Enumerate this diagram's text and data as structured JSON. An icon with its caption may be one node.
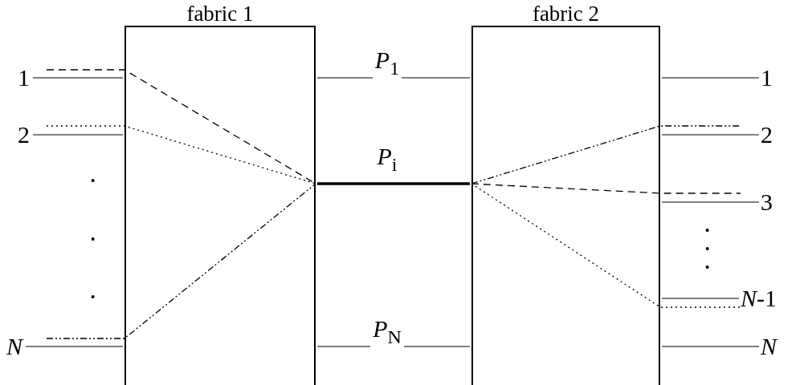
{
  "diagram": {
    "nodes": [
      {
        "text": [
          "fabric 1"
        ]
      },
      {
        "text": [
          "fabric 2"
        ]
      },
      {
        "text": [
          "1"
        ]
      },
      {
        "text": [
          "2"
        ]
      },
      {
        "text": [
          "N"
        ]
      },
      {
        "text": [
          "1"
        ]
      },
      {
        "text": [
          "2"
        ]
      },
      {
        "text": [
          "3"
        ]
      },
      {
        "text": [
          "*N*-1"
        ]
      },
      {
        "text": [
          "N"
        ]
      }
    ],
    "edges": [
      {
        "from": 2,
        "to": 0,
        "arrow": "none"
      },
      {
        "from": 3,
        "to": 0,
        "arrow": "none"
      },
      {
        "from": 4,
        "to": 0,
        "arrow": "none"
      },
      {
        "from": 0,
        "to": 1,
        "arrow": "none",
        "label": "*P*$_{1}$"
      },
      {
        "from": 0,
        "to": 1,
        "arrow": "none",
        "label": "*P*$_{i}$",
        "style": "thick"
      },
      {
        "from": 0,
        "to": 1,
        "arrow": "none",
        "label": "*P*$_{N}$"
      },
      {
        "from": 1,
        "to": 5,
        "arrow": "none"
      },
      {
        "from": 1,
        "to": 6,
        "arrow": "none"
      },
      {
        "from": 1,
        "to": 7,
        "arrow": "none"
      },
      {
        "from": 1,
        "to": 8,
        "arrow": "none"
      },
      {
        "from": 1,
        "to": 9,
        "arrow": "none"
      }
    ],
    "labels": [
      "·",
      "·",
      "·",
      "·",
      "·",
      "·"
    ]
  }
}
